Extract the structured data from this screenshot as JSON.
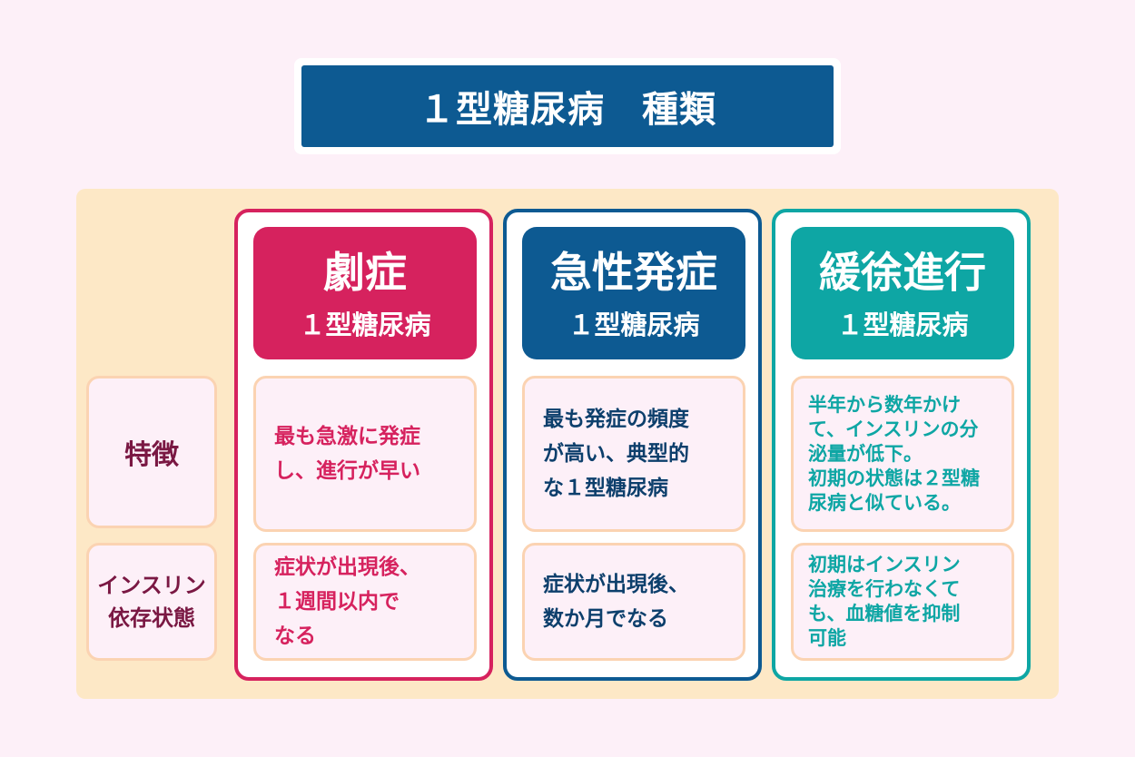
{
  "title": "１型糖尿病　種類",
  "row_labels": {
    "features": "特徴",
    "insulin": "インスリン\n依存状態"
  },
  "columns": [
    {
      "name": "劇症",
      "sub": "１型糖尿病",
      "features": "最も急激に発症\nし、進行が早い",
      "insulin": "症状が出現後、\n１週間以内で\nなる",
      "color": "#d6225e"
    },
    {
      "name": "急性発症",
      "sub": "１型糖尿病",
      "features": "最も発症の頻度\nが高い、典型的\nな１型糖尿病",
      "insulin": "症状が出現後、\n数か月でなる",
      "color": "#0d5a92"
    },
    {
      "name": "緩徐進行",
      "sub": "１型糖尿病",
      "features": "半年から数年かけ\nて、インスリンの分\n泌量が低下。\n初期の状態は２型糖\n尿病と似ている。",
      "insulin": "初期はインスリン\n治療を行わなくて\nも、血糖値を抑制\n可能",
      "color": "#0ea6a4"
    }
  ]
}
